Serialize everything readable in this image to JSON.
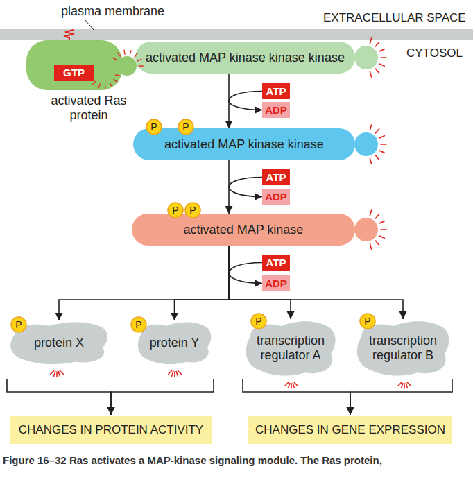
{
  "diagram": {
    "caption": "Figure 16–32 Ras activates a MAP-kinase signaling module. The Ras protein,",
    "nodes": [
      {
        "text": [
          "activated Ras protein"
        ]
      },
      {
        "text": [
          "GTP"
        ],
        "in": 0
      },
      {
        "text": [
          "activated MAP kinase kinase kinase"
        ]
      },
      {
        "text": [
          "ATP"
        ]
      },
      {
        "text": [
          "ADP"
        ]
      },
      {
        "text": [
          "activated MAP kinase kinase"
        ]
      },
      {
        "text": [
          "P"
        ],
        "in": 5
      },
      {
        "text": [
          "P"
        ],
        "in": 5
      },
      {
        "text": [
          "ATP"
        ]
      },
      {
        "text": [
          "ADP"
        ]
      },
      {
        "text": [
          "activated MAP kinase"
        ]
      },
      {
        "text": [
          "P"
        ],
        "in": 10
      },
      {
        "text": [
          "P"
        ],
        "in": 10
      },
      {
        "text": [
          "ATP"
        ]
      },
      {
        "text": [
          "ADP"
        ]
      },
      {
        "text": [
          "protein X"
        ]
      },
      {
        "text": [
          "P"
        ],
        "in": 15
      },
      {
        "text": [
          "protein Y"
        ]
      },
      {
        "text": [
          "P"
        ],
        "in": 17
      },
      {
        "text": [
          "transcription regulator A"
        ]
      },
      {
        "text": [
          "P"
        ],
        "in": 19
      },
      {
        "text": [
          "transcription regulator B"
        ]
      },
      {
        "text": [
          "P"
        ],
        "in": 21
      },
      {
        "text": [
          "CHANGES IN PROTEIN ACTIVITY"
        ]
      },
      {
        "text": [
          "CHANGES IN GENE EXPRESSION"
        ]
      }
    ],
    "edges": [
      {
        "from": 2,
        "to": 5,
        "arrow": "to"
      },
      {
        "from": 3,
        "to": 4,
        "arrow": "to"
      },
      {
        "from": 5,
        "to": 10,
        "arrow": "to"
      },
      {
        "from": 8,
        "to": 9,
        "arrow": "to"
      },
      {
        "from": 10,
        "to": 15,
        "arrow": "to"
      },
      {
        "from": 10,
        "to": 17,
        "arrow": "to"
      },
      {
        "from": 10,
        "to": 19,
        "arrow": "to"
      },
      {
        "from": 10,
        "to": 21,
        "arrow": "to"
      },
      {
        "from": 13,
        "to": 14,
        "arrow": "to"
      },
      {
        "from": 15,
        "to": 23,
        "arrow": "to"
      },
      {
        "from": 17,
        "to": 23,
        "arrow": "to"
      },
      {
        "from": 19,
        "to": 24,
        "arrow": "to"
      },
      {
        "from": 21,
        "to": 24,
        "arrow": "to"
      }
    ],
    "labels": [
      "plasma membrane",
      "EXTRACELLULAR SPACE",
      "CYTOSOL"
    ]
  }
}
